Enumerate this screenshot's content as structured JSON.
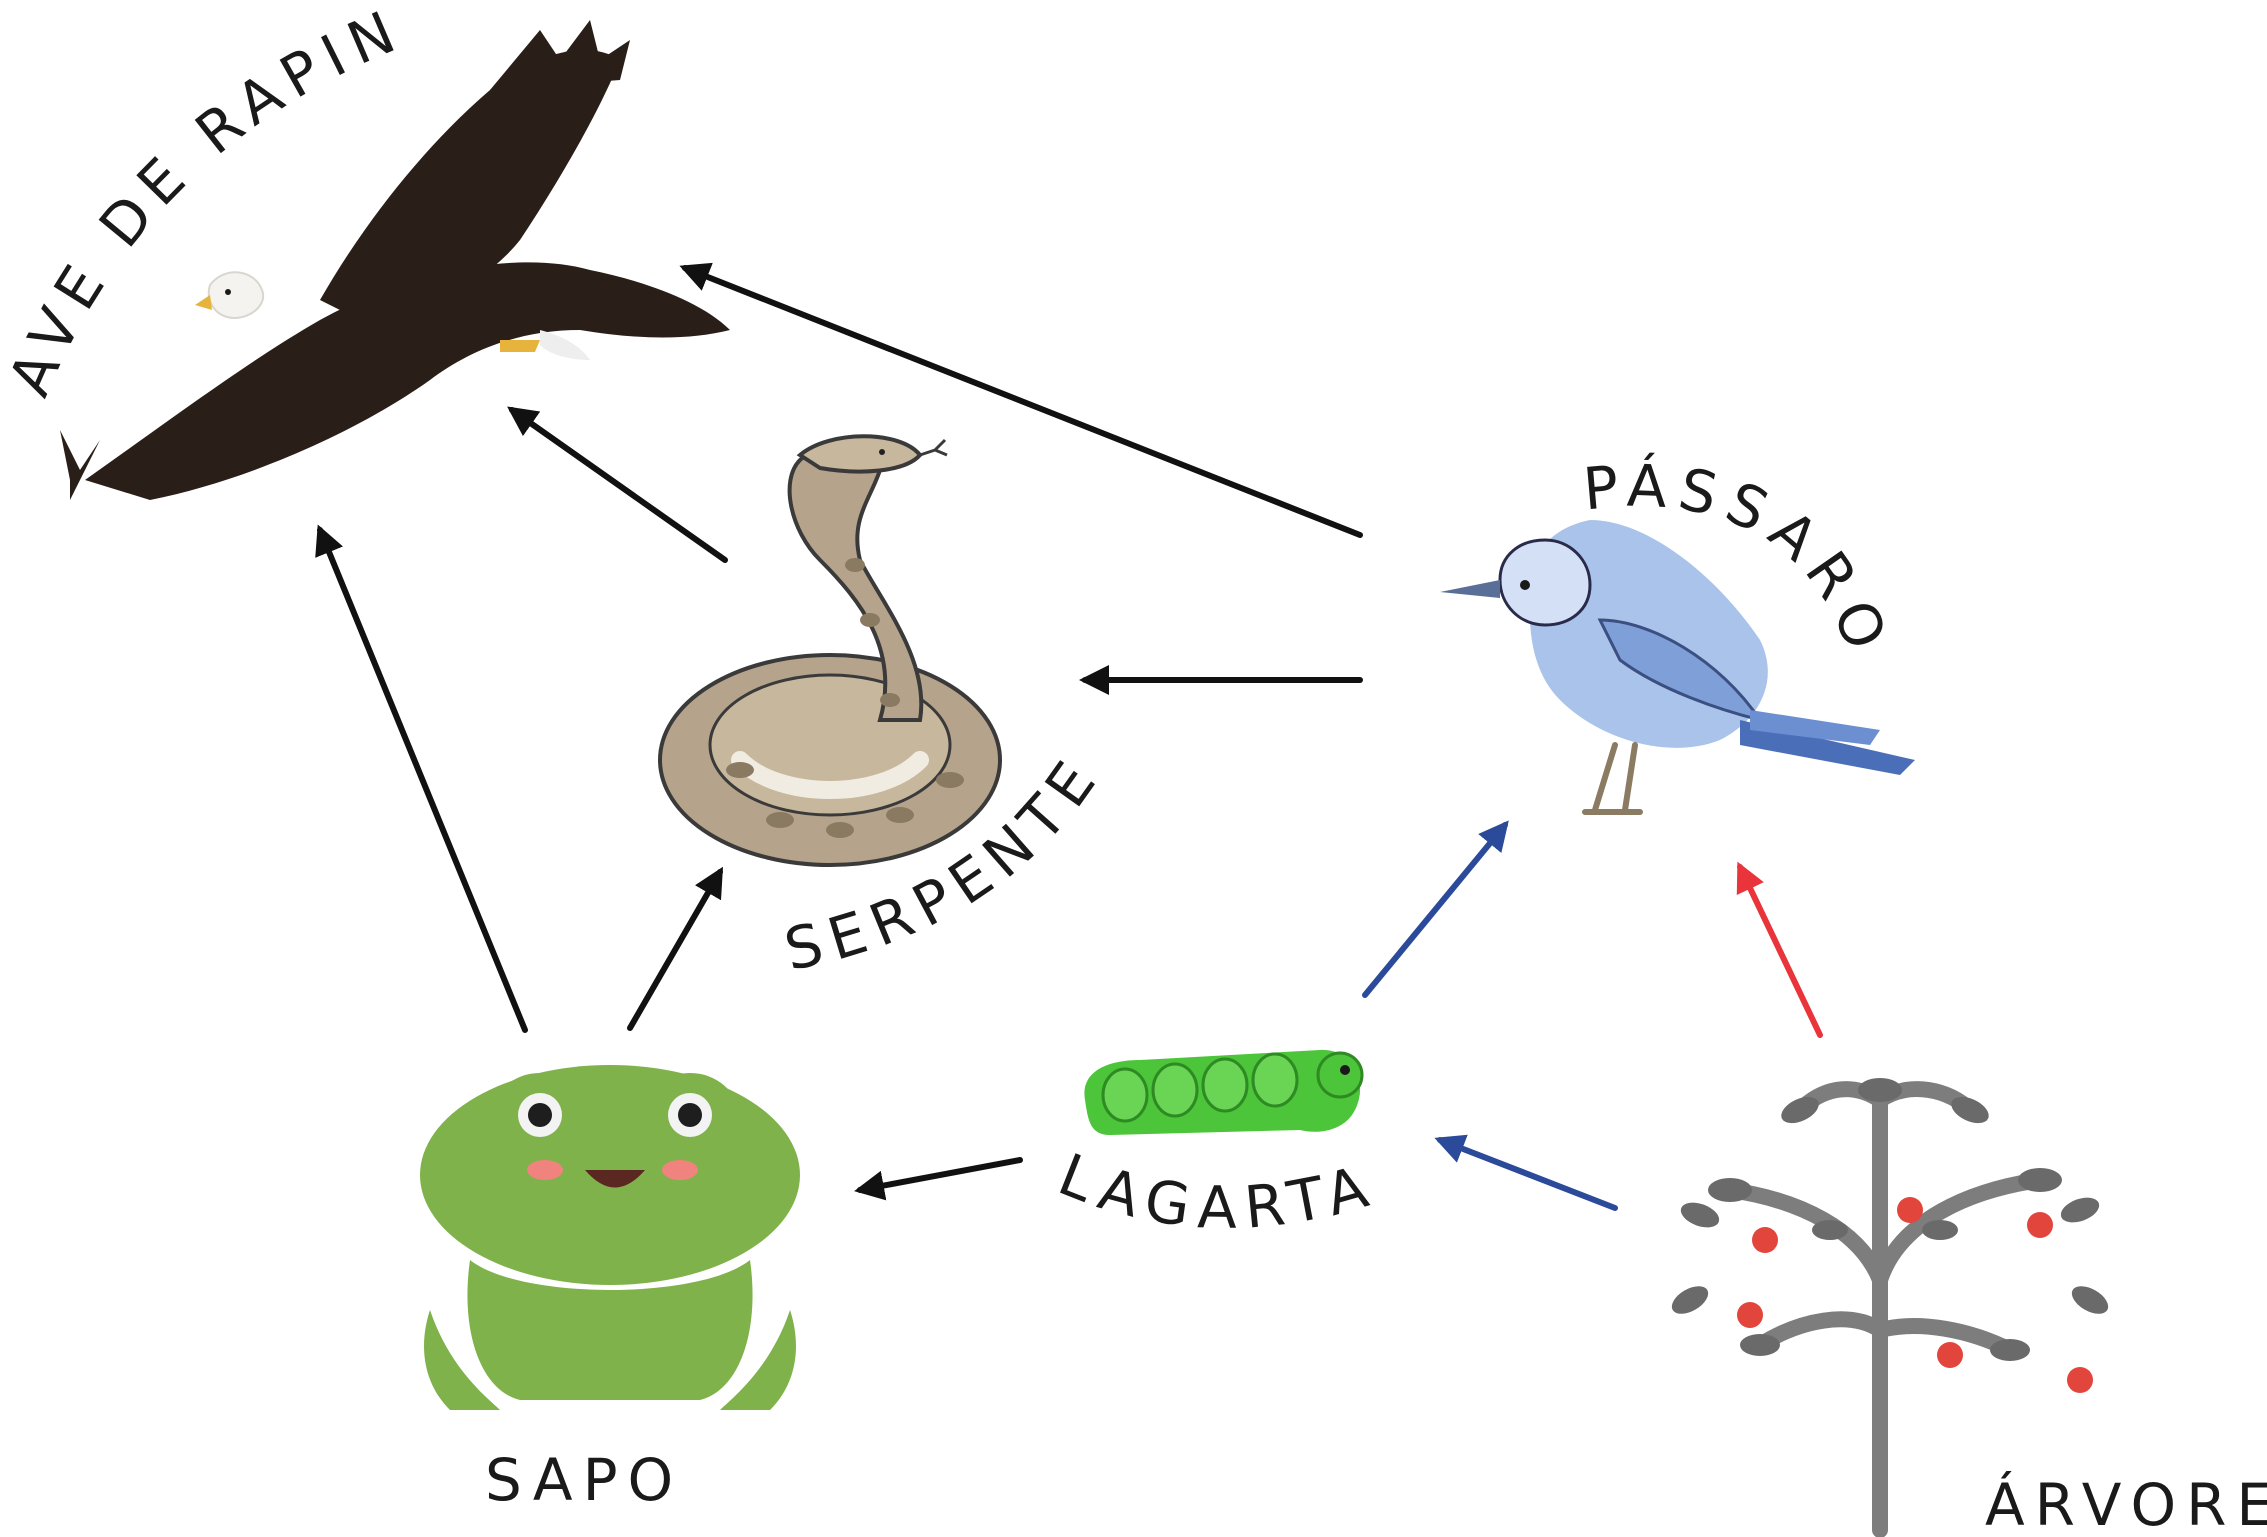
{
  "nodes": {
    "eagle": {
      "label": "AVE DE RAPINA"
    },
    "snake": {
      "label": "SERPENTE"
    },
    "bird": {
      "label": "PÁSSARO"
    },
    "frog": {
      "label": "SAPO"
    },
    "caterpillar": {
      "label": "LAGARTA"
    },
    "tree": {
      "label": "ÁRVORE"
    }
  },
  "edges": [
    {
      "from": "bird",
      "to": "eagle",
      "color": "#111111"
    },
    {
      "from": "snake",
      "to": "eagle",
      "color": "#111111"
    },
    {
      "from": "frog",
      "to": "eagle",
      "color": "#111111"
    },
    {
      "from": "bird",
      "to": "snake",
      "color": "#111111"
    },
    {
      "from": "frog",
      "to": "snake",
      "color": "#111111"
    },
    {
      "from": "caterpillar",
      "to": "frog",
      "color": "#111111"
    },
    {
      "from": "caterpillar",
      "to": "bird",
      "color": "#2b4a9a"
    },
    {
      "from": "tree",
      "to": "caterpillar",
      "color": "#2b4a9a"
    },
    {
      "from": "tree",
      "to": "bird",
      "color": "#e8343a"
    }
  ],
  "colors": {
    "arrow_default": "#111111",
    "arrow_blue": "#2b4a9a",
    "arrow_red": "#e8343a",
    "frog_green": "#7fb24a",
    "caterpillar_green": "#4cc53a",
    "bird_blue": "#a9c3ea",
    "eagle_brown": "#2a1e18",
    "snake_tan": "#b5a48b",
    "tree_gray": "#7d7d7d",
    "fruit_red": "#e2453c"
  }
}
